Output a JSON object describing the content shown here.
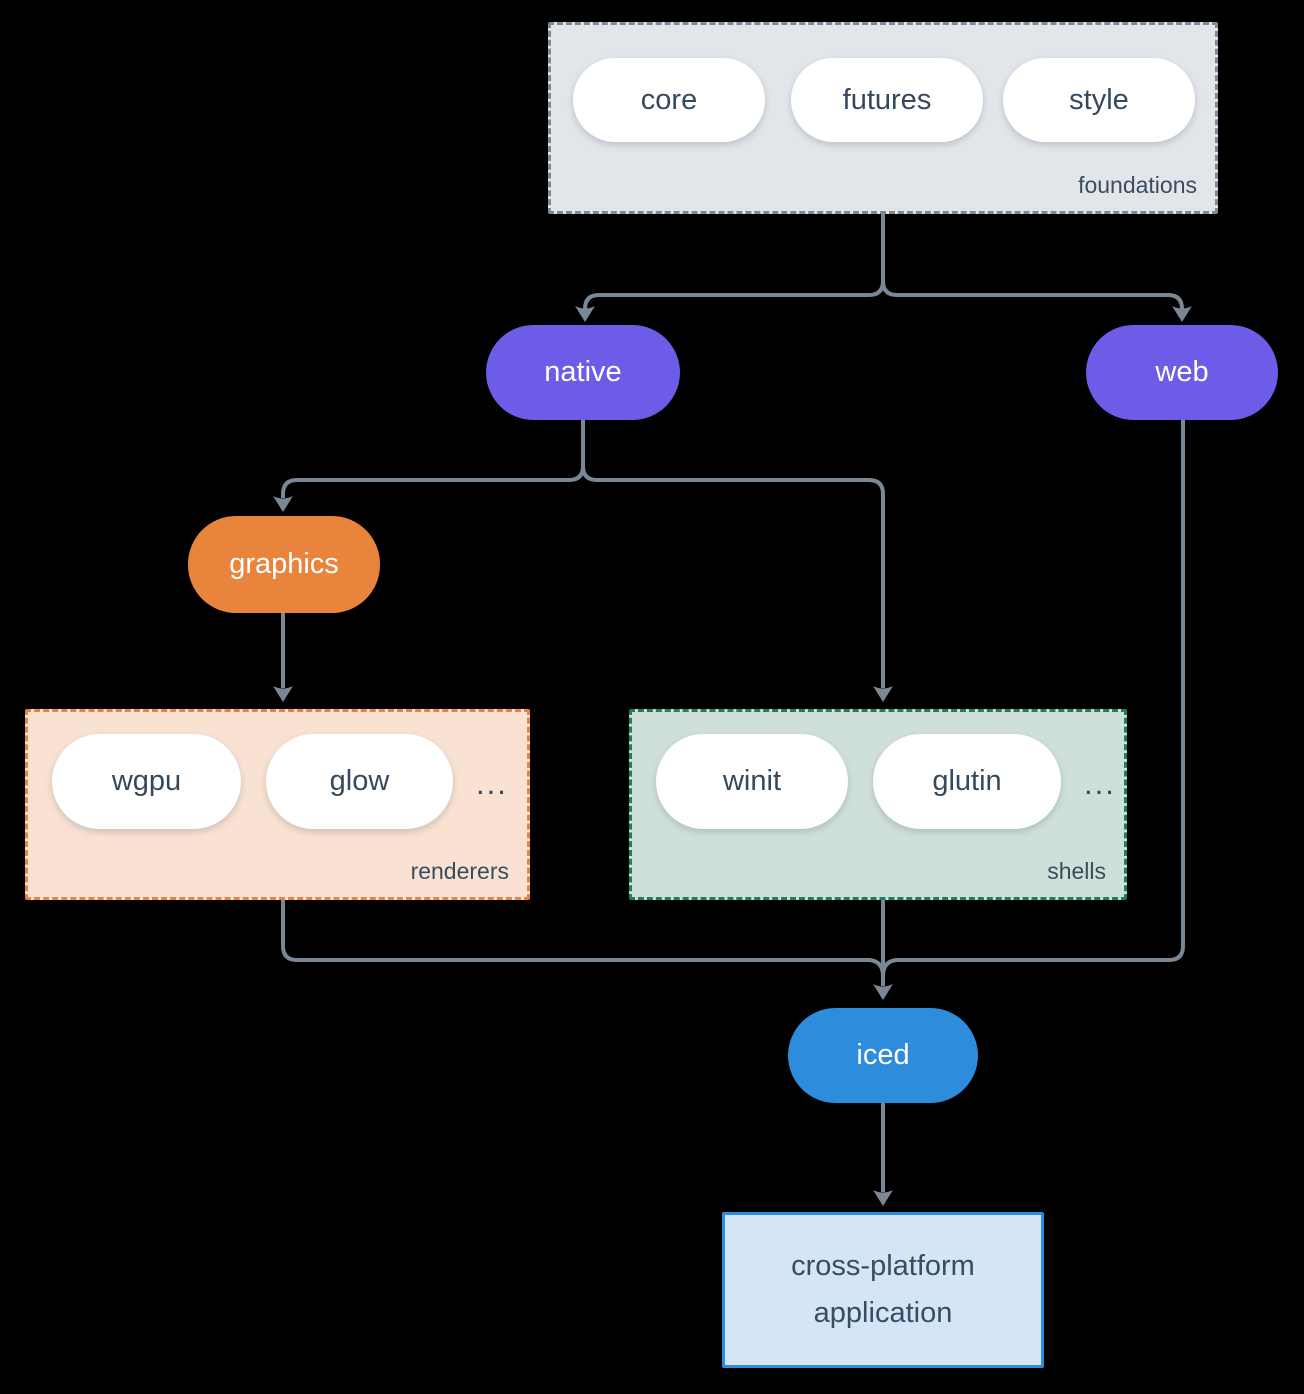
{
  "colors": {
    "bg": "#000000",
    "connector": "#7A8795",
    "ink": "#36495C",
    "label-ink": "#3A4D60",
    "purple": "#6C5CE7",
    "orange": "#E8843C",
    "blue": "#2D8CDB",
    "foundations-fill": "#E2E6EA",
    "foundations-border": "#7D8B99",
    "renderers-fill": "#F9E2D2",
    "renderers-border": "#E8843C",
    "shells-fill": "#CFE0D8",
    "shells-border": "#1E7D6A",
    "app-fill": "#D4E5F7",
    "app-border": "#2D8CDB",
    "pill-fill": "#FFFFFF"
  },
  "groups": {
    "foundations": {
      "label": "foundations",
      "items": [
        "core",
        "futures",
        "style"
      ]
    },
    "renderers": {
      "label": "renderers",
      "items": [
        "wgpu",
        "glow"
      ],
      "ellipsis": "..."
    },
    "shells": {
      "label": "shells",
      "items": [
        "winit",
        "glutin"
      ],
      "ellipsis": "..."
    }
  },
  "nodes": {
    "native": {
      "label": "native"
    },
    "web": {
      "label": "web"
    },
    "graphics": {
      "label": "graphics"
    },
    "iced": {
      "label": "iced"
    },
    "application": {
      "label": "cross-platform application"
    }
  }
}
